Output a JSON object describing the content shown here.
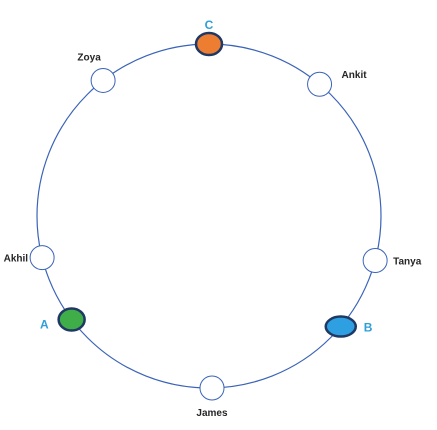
{
  "diagram": {
    "ring": {
      "stroke": "#3a63b8"
    },
    "people": [
      {
        "id": "zoya",
        "label": "Zoya",
        "angle_deg": 232
      },
      {
        "id": "ankit",
        "label": "Ankit",
        "angle_deg": 310
      },
      {
        "id": "akhil",
        "label": "Akhil",
        "angle_deg": 166
      },
      {
        "id": "tanya",
        "label": "Tanya",
        "angle_deg": 15
      },
      {
        "id": "james",
        "label": "James",
        "angle_deg": 89
      }
    ],
    "markers": [
      {
        "id": "c",
        "label": "C",
        "angle_deg": 270,
        "fill": "#ed7d31",
        "stroke": "#1f3864",
        "text_color": "#2e9fd8"
      },
      {
        "id": "b",
        "label": "B",
        "angle_deg": 40,
        "fill": "#2e9fe0",
        "stroke": "#1f3864",
        "text_color": "#2e9fd8"
      },
      {
        "id": "a",
        "label": "A",
        "angle_deg": 143,
        "fill": "#3fae49",
        "stroke": "#1f3864",
        "text_color": "#2e9fd8"
      }
    ]
  }
}
